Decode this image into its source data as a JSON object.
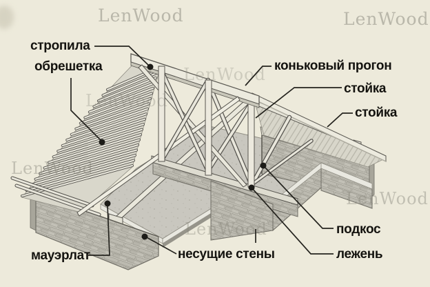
{
  "scene": {
    "description": "Isometric construction diagram of a pitched roof truss system on brick walls",
    "background": "#edeadb"
  },
  "watermark": {
    "text": "LenWood"
  },
  "labels": {
    "rafters": "стропила",
    "lathing": "обрешетка",
    "ridge_purlin": "коньковый прогон",
    "post_upper": "стойка",
    "post_right": "стойка",
    "strut": "подкос",
    "sleeper": "лежень",
    "wall_plate": "мауэрлат",
    "bearing_walls": "несущие стены"
  },
  "colors": {
    "background": "#edeadb",
    "label_text": "#14130f",
    "leader_line": "#24231e",
    "marker_dot": "#1d1c18",
    "watermark": "#87857a",
    "wood_light": "#ebe9de",
    "wood_shade": "#d6d4c8",
    "wood_outline": "#57554f",
    "brick": "#bcbab0",
    "mortar": "#cfcdc3",
    "slab_concrete": "#c9c7bf"
  }
}
